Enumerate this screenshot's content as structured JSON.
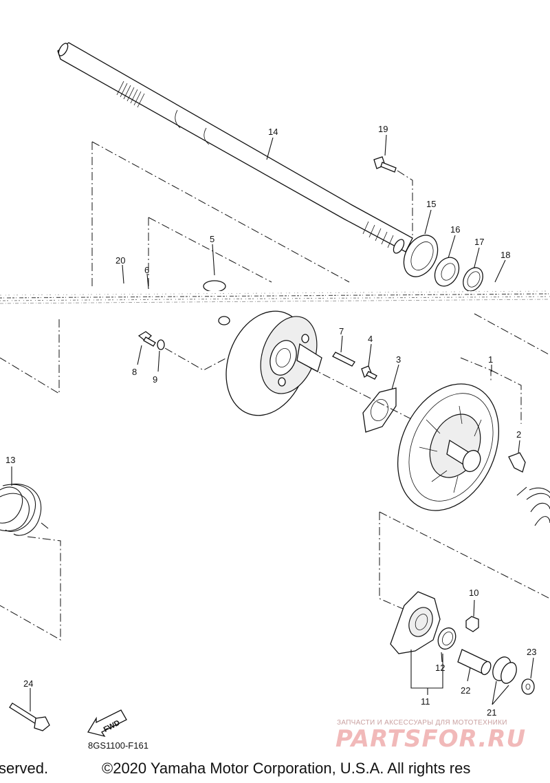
{
  "diagram": {
    "callouts": {
      "c1": "1",
      "c2": "2",
      "c3": "3",
      "c4": "4",
      "c5": "5",
      "c6": "6",
      "c7": "7",
      "c8": "8",
      "c9": "9",
      "c10": "10",
      "c11": "11",
      "c12": "12",
      "c13": "13",
      "c14": "14",
      "c15": "15",
      "c16": "16",
      "c17": "17",
      "c18": "18",
      "c19": "19",
      "c20": "20",
      "c21": "21",
      "c22": "22",
      "c23": "23",
      "c24": "24"
    },
    "fwd_label": "FWD",
    "diagram_code": "8GS1100-F161"
  },
  "footer": {
    "copyright_left": "served.",
    "copyright": "©2020 Yamaha Motor Corporation, U.S.A. All rights res"
  },
  "watermark": {
    "tagline": "ЗАПЧАСТИ И АКСЕССУАРЫ ДЛЯ МОТОТЕХНИКИ",
    "logo": "PARTSFOR.RU"
  }
}
